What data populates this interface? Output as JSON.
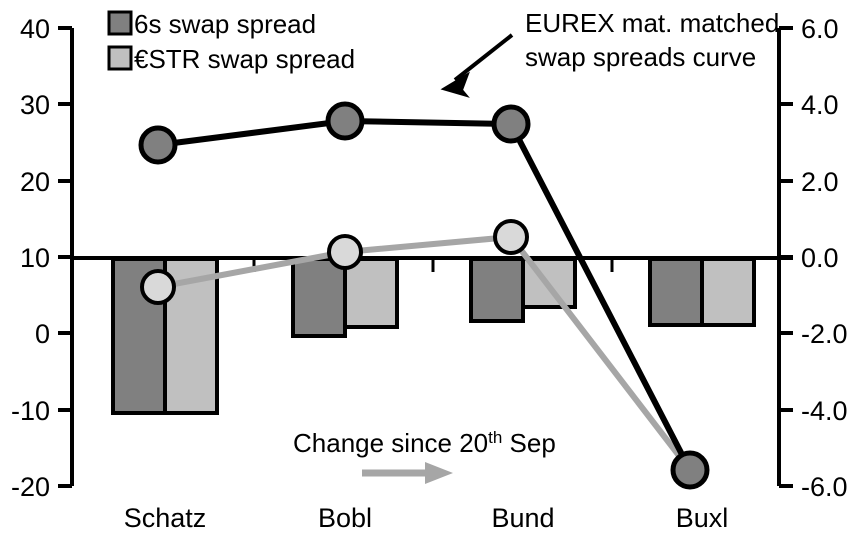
{
  "chart_data": {
    "type": "bar",
    "title": "",
    "subtitle": "",
    "xlabel": "",
    "ylabel": "",
    "categories": [
      "Schatz",
      "Bobl",
      "Bund",
      "Buxl"
    ],
    "left_axis": {
      "ticks": [
        "40",
        "30",
        "20",
        "10",
        "0",
        "-10",
        "-20"
      ],
      "tick_values": [
        40,
        30,
        20,
        10,
        0,
        -10,
        -20
      ],
      "ylim": [
        -20,
        40
      ],
      "grid": false
    },
    "right_axis": {
      "ticks": [
        "6.0",
        "4.0",
        "2.0",
        "0.0",
        "-2.0",
        "-4.0",
        "-6.0"
      ],
      "tick_values": [
        6.0,
        4.0,
        2.0,
        0.0,
        -2.0,
        -4.0,
        -6.0
      ],
      "ylim": [
        -6.0,
        6.0
      ],
      "grid": false
    },
    "zero_line_right_axis": 0.0,
    "zero_line_left_axis": 10,
    "legend": {
      "position": "top-left",
      "entries": [
        {
          "label": "6s swap spread",
          "color": "#808080",
          "type": "bar"
        },
        {
          "label": "€STR swap spread",
          "color": "#c0c0c0",
          "type": "bar"
        }
      ]
    },
    "series": [
      {
        "name": "6s swap spread",
        "type": "bar",
        "axis": "right",
        "color": "#808080",
        "values": [
          -4.05,
          -1.92,
          -1.6,
          -1.88
        ]
      },
      {
        "name": "€STR swap spread",
        "type": "bar",
        "axis": "right",
        "color": "#c0c0c0",
        "values": [
          -4.05,
          -1.78,
          -1.42,
          -1.88
        ]
      },
      {
        "name": "EUREX mat. matched swap spreads curve",
        "type": "line",
        "axis": "left",
        "color": "#000000",
        "marker_fill": "#808080",
        "values": [
          24.6,
          27.9,
          27.4,
          -17.9
        ]
      },
      {
        "name": "Change since 20th Sep",
        "type": "line",
        "axis": "left",
        "color": "#a6a6a6",
        "marker_fill": "#d9d9d9",
        "values": [
          6.1,
          10.6,
          12.8,
          -17.9
        ]
      }
    ],
    "annotations": [
      {
        "name": "eurex-curve-annotation",
        "line1": "EUREX mat. matched",
        "line2": "swap spreads curve",
        "arrow": "down-left",
        "color": "#000000"
      },
      {
        "name": "change-since-annotation",
        "text_main": "Change since 20",
        "text_sup": "th",
        "text_tail": " Sep",
        "arrow": "right",
        "arrow_color": "#a6a6a6",
        "color": "#000000"
      }
    ],
    "colors": {
      "bar_dark": "#808080",
      "bar_light": "#c0c0c0",
      "line_black": "#000000",
      "line_gray": "#a6a6a6",
      "marker_dark_fill": "#808080",
      "marker_light_fill": "#d9d9d9",
      "axis": "#000000",
      "background": "#ffffff"
    }
  }
}
